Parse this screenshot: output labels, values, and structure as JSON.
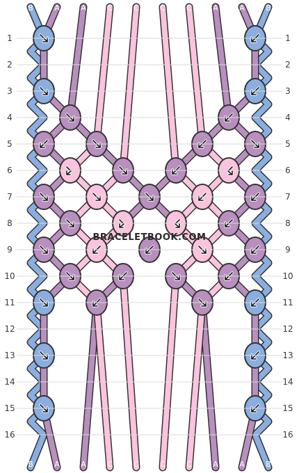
{
  "pattern": {
    "watermark": "BRACELETBOOK.COM",
    "row_numbers": [
      "1",
      "2",
      "3",
      "4",
      "5",
      "6",
      "7",
      "8",
      "9",
      "10",
      "11",
      "12",
      "13",
      "14",
      "15",
      "16"
    ],
    "thread_colors": {
      "A": "#b98fbf",
      "B": "#8aaee0",
      "C": "#fbc3dd"
    },
    "thread_outline": "#333333",
    "top_threads": [
      "B",
      "A",
      "A",
      "C",
      "C",
      "C",
      "C",
      "A",
      "A",
      "B"
    ],
    "bottom_threads": [
      "B",
      "A",
      "A",
      "C",
      "C",
      "C",
      "C",
      "A",
      "A",
      "B"
    ],
    "knot_rows": [
      [
        {
          "c": "B",
          "d": "f"
        },
        {
          "c": "B",
          "d": "b"
        }
      ],
      [],
      [
        {
          "c": "B",
          "d": "f"
        },
        {
          "c": "B",
          "d": "b"
        }
      ],
      [
        {
          "c": "A",
          "d": "f"
        },
        {
          "c": "A",
          "d": "b"
        }
      ],
      [
        {
          "c": "A",
          "d": "b"
        },
        {
          "c": "A",
          "d": "f"
        },
        {
          "c": "A",
          "d": "b"
        },
        {
          "c": "A",
          "d": "f"
        }
      ],
      [
        {
          "c": "C",
          "d": "fb"
        },
        {
          "c": "A",
          "d": "f"
        },
        {
          "c": "A",
          "d": "b"
        },
        {
          "c": "C",
          "d": "bf"
        }
      ],
      [
        {
          "c": "A",
          "d": "f"
        },
        {
          "c": "C",
          "d": "f"
        },
        {
          "c": "A",
          "d": "f"
        },
        {
          "c": "C",
          "d": "b"
        },
        {
          "c": "A",
          "d": "b"
        }
      ],
      [
        {
          "c": "A",
          "d": "f"
        },
        {
          "c": "C",
          "d": "fb"
        },
        {
          "c": "C",
          "d": "bf"
        },
        {
          "c": "A",
          "d": "b"
        }
      ],
      [
        {
          "c": "A",
          "d": "f"
        },
        {
          "c": "C",
          "d": "b"
        },
        {
          "c": "A",
          "d": "b"
        },
        {
          "c": "C",
          "d": "f"
        },
        {
          "c": "A",
          "d": "b"
        }
      ],
      [
        {
          "c": "A",
          "d": "f"
        },
        {
          "c": "A",
          "d": "b"
        },
        {
          "c": "A",
          "d": "f"
        },
        {
          "c": "A",
          "d": "b"
        }
      ],
      [
        {
          "c": "B",
          "d": "f"
        },
        {
          "c": "A",
          "d": "b"
        },
        {
          "c": "A",
          "d": "f"
        },
        {
          "c": "B",
          "d": "b"
        }
      ],
      [],
      [
        {
          "c": "B",
          "d": "f"
        },
        {
          "c": "B",
          "d": "b"
        }
      ],
      [],
      [
        {
          "c": "B",
          "d": "f"
        },
        {
          "c": "B",
          "d": "b"
        }
      ],
      []
    ]
  }
}
